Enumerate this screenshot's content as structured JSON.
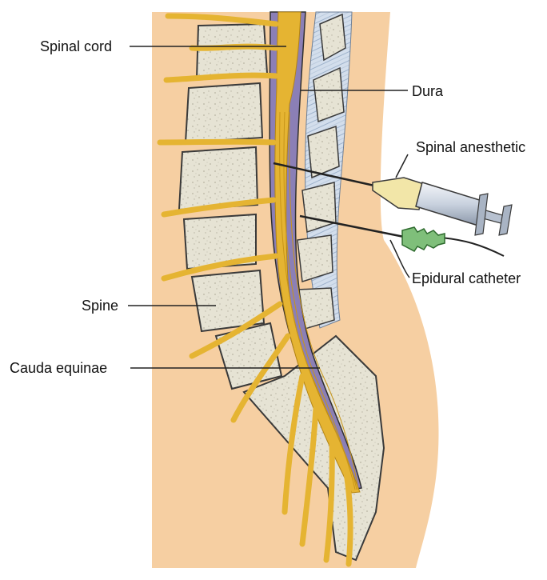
{
  "labels": {
    "spinal_cord": "Spinal cord",
    "dura": "Dura",
    "spinal_anesthetic": "Spinal anesthetic",
    "epidural_catheter": "Epidural catheter",
    "spine": "Spine",
    "cauda_equinae": "Cauda equinae"
  },
  "colors": {
    "skin": "#f6cfa2",
    "bone": "#e5e2d3",
    "bone_outline": "#3a3a3a",
    "nerve": "#e5b432",
    "nerve_dark": "#c79519",
    "dura_purple": "#7c6fa8",
    "ligament": "#c9d6e6",
    "syringe_tip": "#f2e6a8",
    "catheter_hub": "#7fbf7a"
  }
}
